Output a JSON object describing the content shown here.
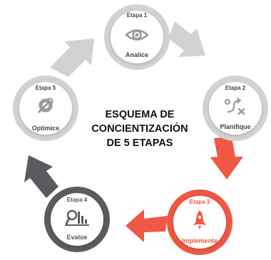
{
  "title_lines": [
    "ESQUEMA DE",
    "CONCIENTIZACIÓN",
    "DE 5 ETAPAS"
  ],
  "colors": {
    "light_gray": "#d2d2d2",
    "dark_gray": "#5b5b5f",
    "red": "#ee5844",
    "light_text": "#444444",
    "light_icon": "#9a9a9a",
    "white": "#ffffff"
  },
  "stages": [
    {
      "stage": "Etapa 1",
      "label": "Analice",
      "icon": "eye-icon",
      "style": "light"
    },
    {
      "stage": "Etapa 2",
      "label": "Planifique",
      "icon": "strategy-path-icon",
      "style": "light"
    },
    {
      "stage": "Etapa 3",
      "label": "Implemente",
      "icon": "rocket-icon",
      "style": "red"
    },
    {
      "stage": "Etapa 4",
      "label": "Evalúe",
      "icon": "magnifier-chart-icon",
      "style": "dark"
    },
    {
      "stage": "Etapa 5",
      "label": "Optimice",
      "icon": "gear-wrench-icon",
      "style": "light"
    }
  ]
}
